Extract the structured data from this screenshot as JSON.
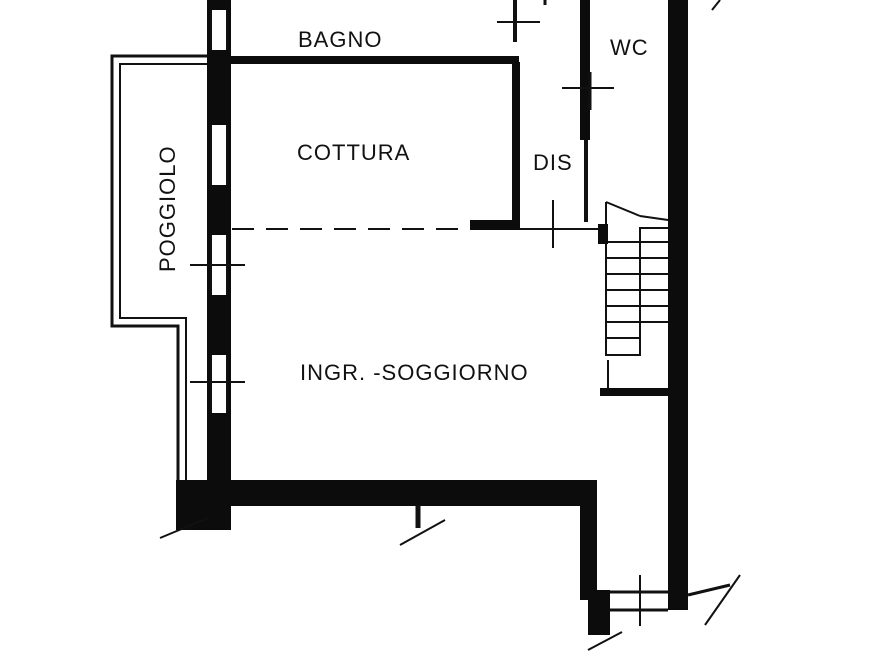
{
  "floor_plan": {
    "rooms": {
      "bagno": "BAGNO",
      "wc": "WC",
      "cottura": "COTTURA",
      "dis": "DIS",
      "poggiolo": "POGGIOLO",
      "soggiorno": "INGR. -SOGGIORNO"
    },
    "colors": {
      "ink": "#0c0c0c",
      "paper": "#ffffff"
    }
  }
}
